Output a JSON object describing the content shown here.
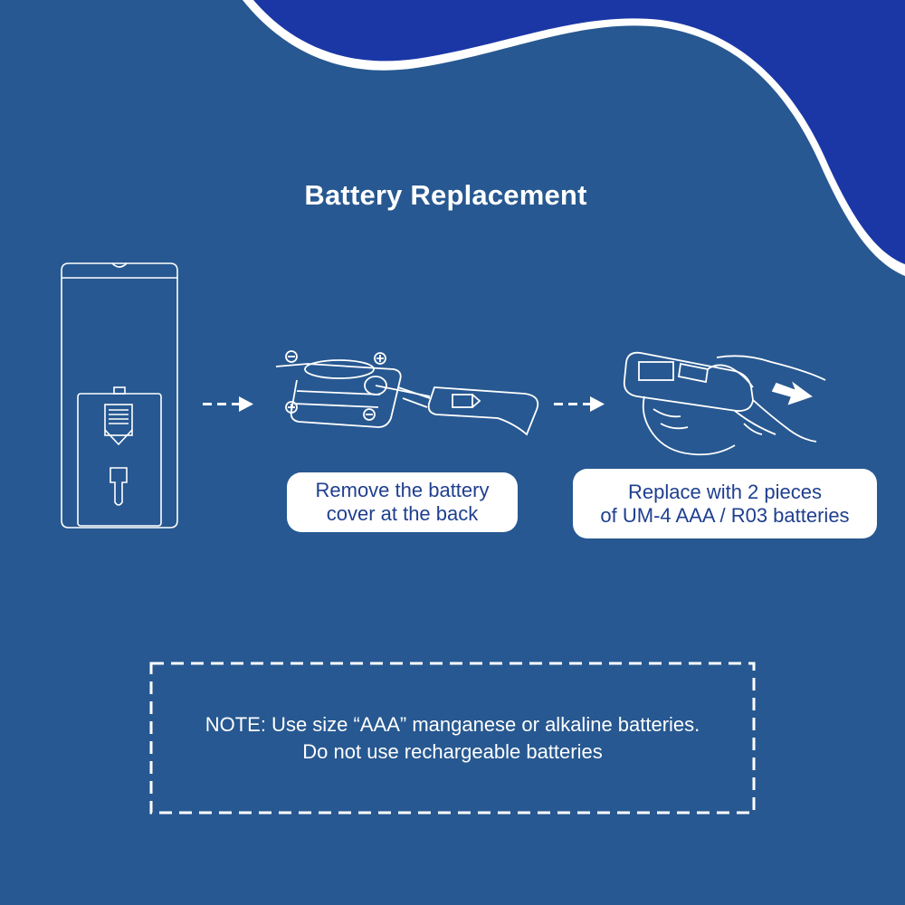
{
  "title": "Battery Replacement",
  "steps": [
    {
      "icon": "remote-back-icon"
    },
    {
      "icon": "battery-cover-removal-icon",
      "caption_lines": [
        "Remove the battery",
        "cover at the back"
      ]
    },
    {
      "icon": "hand-insert-batteries-icon",
      "caption_lines": [
        "Replace with 2 pieces",
        "of UM-4 AAA / R03 batteries"
      ]
    }
  ],
  "note_lines": [
    "NOTE: Use size “AAA” manganese or alkaline batteries.",
    "Do not use rechargeable batteries"
  ],
  "colors": {
    "background": "#275891",
    "wave": "#1b37a6",
    "wave_edge": "#ffffff",
    "caption_bg": "#ffffff",
    "caption_text": "#1f3f8f",
    "line_art": "#ffffff"
  }
}
